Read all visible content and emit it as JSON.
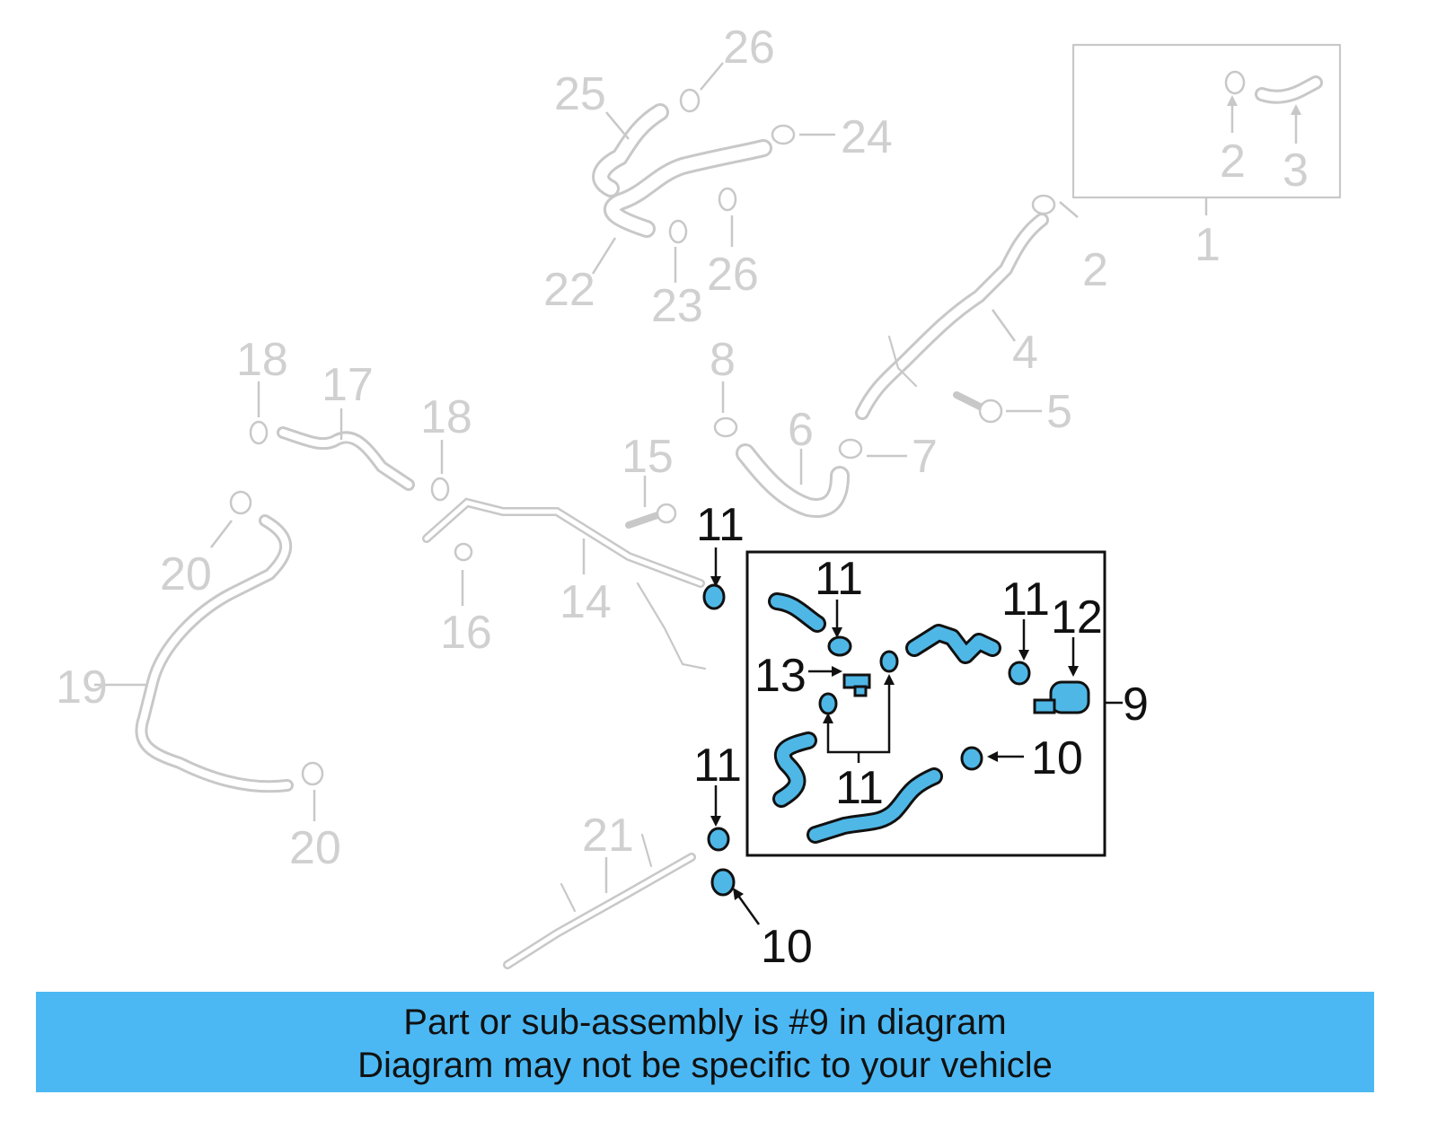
{
  "callouts": {
    "c1": "1",
    "c2a": "2",
    "c2b": "2",
    "c3": "3",
    "c4": "4",
    "c5": "5",
    "c6": "6",
    "c7": "7",
    "c8": "8",
    "c9": "9",
    "c10a": "10",
    "c10b": "10",
    "c11a": "11",
    "c11b": "11",
    "c11c": "11",
    "c11d": "11",
    "c11e": "11",
    "c12": "12",
    "c13": "13",
    "c14": "14",
    "c15": "15",
    "c16": "16",
    "c17": "17",
    "c18a": "18",
    "c18b": "18",
    "c19": "19",
    "c20a": "20",
    "c20b": "20",
    "c21": "21",
    "c22": "22",
    "c23": "23",
    "c24": "24",
    "c25": "25",
    "c26a": "26",
    "c26b": "26"
  },
  "colors": {
    "highlight": "#4fb7e6",
    "banner": "#4cb8f3",
    "faded_parts": "#c8c8c8",
    "outline": "#111111"
  },
  "banner": {
    "line1": "Part or sub-assembly is #9 in diagram",
    "line2": "Diagram may not be specific to your vehicle"
  }
}
